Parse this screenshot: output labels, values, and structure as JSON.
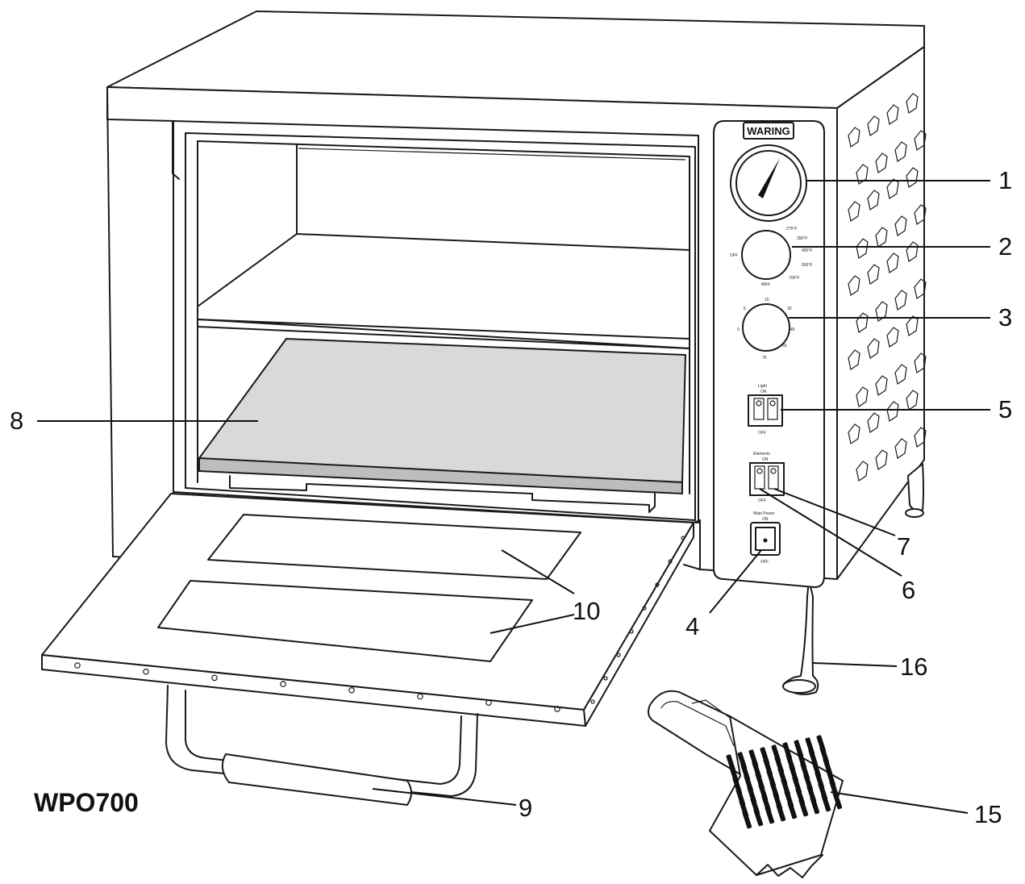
{
  "brand": "WARING",
  "model": "WPO700",
  "callouts": [
    {
      "num": "1",
      "part": "temperature-gauge"
    },
    {
      "num": "2",
      "part": "temperature-dial"
    },
    {
      "num": "3",
      "part": "timer-dial"
    },
    {
      "num": "4",
      "part": "power-switch"
    },
    {
      "num": "5",
      "part": "light-switch"
    },
    {
      "num": "6",
      "part": "element-switch-left"
    },
    {
      "num": "7",
      "part": "element-switch-right"
    },
    {
      "num": "8",
      "part": "pizza-stone"
    },
    {
      "num": "9",
      "part": "door-handle"
    },
    {
      "num": "10",
      "part": "door-window"
    },
    {
      "num": "15",
      "part": "cleaning-brush"
    },
    {
      "num": "16",
      "part": "oven-foot"
    }
  ],
  "icons": [
    "oven-illustration",
    "brush-illustration"
  ]
}
